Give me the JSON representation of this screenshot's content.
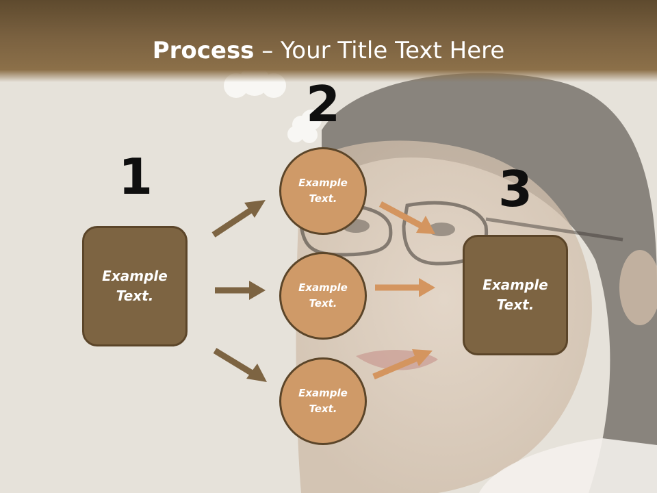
{
  "slide": {
    "title_bold": "Process",
    "title_rest": " – Your Title Text Here"
  },
  "steps": {
    "step1_number": "1",
    "step2_number": "2",
    "step3_number": "3"
  },
  "nodes": {
    "left_box": "Example\nText.",
    "circle_top": "Example\nText.",
    "circle_middle": "Example\nText.",
    "circle_bottom": "Example\nText.",
    "right_box": "Example\nText."
  },
  "colors": {
    "title_band": "#7a6140",
    "box_fill": "#7d6442",
    "circle_fill": "#cf9a68",
    "dark_arrow": "#7d6442",
    "light_arrow": "#d4955f",
    "outline": "#5b4529"
  }
}
